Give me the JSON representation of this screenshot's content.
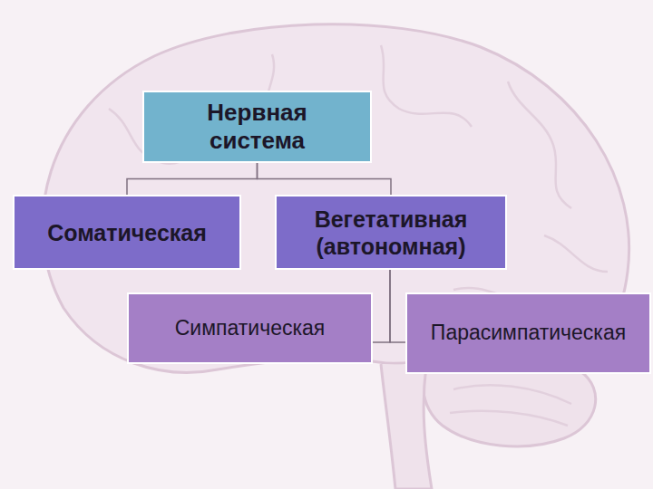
{
  "diagram": {
    "nodes": [
      {
        "text": [
          "Нервная система"
        ]
      },
      {
        "text": [
          "Соматическая"
        ]
      },
      {
        "text": [
          "Вегетативная (автономная)"
        ]
      },
      {
        "text": [
          "Симпатическая"
        ]
      },
      {
        "text": [
          "Парасимпатическая"
        ]
      }
    ],
    "edges": [
      {
        "from": 0,
        "to": 1,
        "arrow": "none"
      },
      {
        "from": 0,
        "to": 2,
        "arrow": "none"
      },
      {
        "from": 2,
        "to": 3,
        "arrow": "none"
      },
      {
        "from": 2,
        "to": 4,
        "arrow": "none"
      }
    ]
  }
}
